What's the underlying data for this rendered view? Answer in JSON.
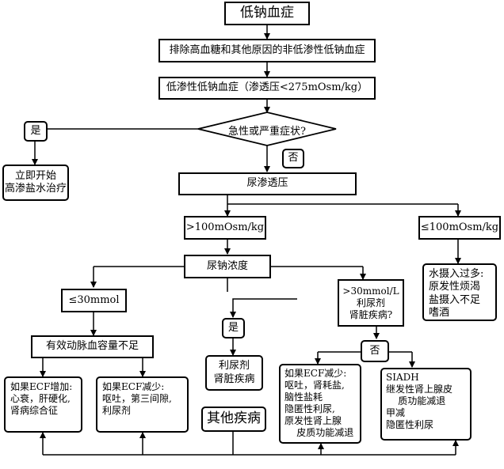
{
  "nodes": {
    "start": "低钠血症",
    "exclude": "排除高血糖和其他原因的非低渗性低钠血症",
    "hypo": "低渗性低钠血症（渗透压<275mOsm/kg）",
    "decision_symptoms": "急性或严重症状?",
    "yes_1": "是",
    "no_1": "否",
    "treat": "立即开始\n高渗盐水治疗",
    "urine_osm": "尿渗透压",
    "gt100": ">100mOsm/kg",
    "le100": "≤100mOsm/kg",
    "le100_causes": "水摄入过多:\n原发性烦渴\n盐摄入不足\n嗜酒",
    "urine_na": "尿钠浓度",
    "le30": "≤30mmol",
    "gt30": ">30mmol/L\n利尿剂\n肾脏疾病?",
    "yes_2": "是",
    "no_2": "否",
    "diuretic_kidney": "利尿剂\n肾脏疾病",
    "effective_volume": "有效动脉血容量不足",
    "ecf_increase": "如果ECF增加:\n心衰，肝硬化,\n肾病综合征",
    "ecf_decrease_left": "如果ECF减少:\n呕吐，第三间隙,\n利尿剂",
    "other": "其他疾病",
    "ecf_decrease_right": "如果ECF减少:\n呕吐，肾耗盐,\n脑性盐耗\n隐匿性利尿,\n原发性肾上腺\n    皮质功能减退",
    "siadh": "SIADH\n继发性肾上腺皮\n    质功能减退\n甲减\n隐匿性利尿"
  }
}
